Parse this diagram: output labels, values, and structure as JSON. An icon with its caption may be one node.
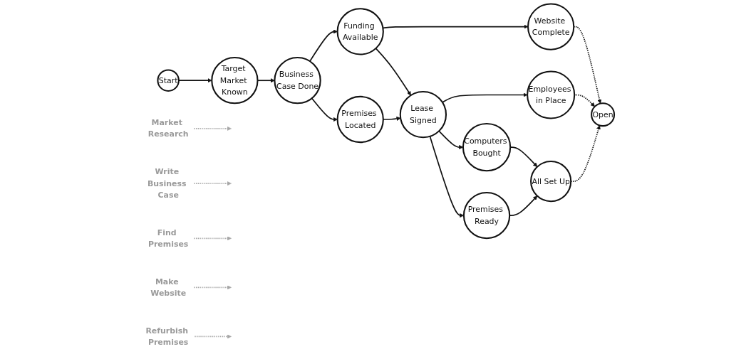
{
  "diagram": {
    "nodes": [
      {
        "text": [
          "Start"
        ]
      },
      {
        "text": [
          "Target Market Known"
        ]
      },
      {
        "text": [
          "Market Research"
        ]
      },
      {
        "text": [
          "Write Business Case"
        ]
      },
      {
        "text": [
          "Business Case Done"
        ]
      },
      {
        "text": [
          "Find Premises"
        ]
      },
      {
        "text": [
          "Funding Available"
        ]
      },
      {
        "text": [
          "Premises Located"
        ]
      },
      {
        "text": [
          "Make Website"
        ]
      },
      {
        "text": [
          "Website Complete"
        ]
      },
      {
        "text": [
          "Lease Signed"
        ]
      },
      {
        "text": [
          "Refurbish Premises"
        ]
      },
      {
        "text": [
          "Employees in Place"
        ]
      },
      {
        "text": [
          "Computers Bought"
        ]
      },
      {
        "text": [
          "Premises Ready"
        ]
      },
      {
        "text": [
          "All Set Up"
        ]
      },
      {
        "text": [
          "Open"
        ]
      }
    ],
    "edges": [
      {
        "from": 0,
        "to": 1,
        "arrow": "to"
      },
      {
        "from": 1,
        "to": 4,
        "arrow": "to"
      },
      {
        "from": 4,
        "to": 6,
        "arrow": "to"
      },
      {
        "from": 4,
        "to": 7,
        "arrow": "to"
      },
      {
        "from": 6,
        "to": 9,
        "arrow": "to"
      },
      {
        "from": 6,
        "to": 10,
        "arrow": "to"
      },
      {
        "from": 7,
        "to": 10,
        "arrow": "to"
      },
      {
        "from": 10,
        "to": 12,
        "arrow": "to"
      },
      {
        "from": 10,
        "to": 13,
        "arrow": "to"
      },
      {
        "from": 10,
        "to": 14,
        "arrow": "to"
      },
      {
        "from": 13,
        "to": 15,
        "arrow": "to"
      },
      {
        "from": 14,
        "to": 15,
        "arrow": "to"
      },
      {
        "from": 9,
        "to": 16,
        "arrow": "to",
        "style": "dashed"
      },
      {
        "from": 12,
        "to": 16,
        "arrow": "to",
        "style": "dashed"
      },
      {
        "from": 15,
        "to": 16,
        "arrow": "to",
        "style": "dashed"
      },
      {
        "from": 2,
        "to": null,
        "arrow": "to",
        "style": "dashed",
        "color": "#a6a6a6"
      },
      {
        "from": 3,
        "to": null,
        "arrow": "to",
        "style": "dashed",
        "color": "#a6a6a6"
      },
      {
        "from": 5,
        "to": null,
        "arrow": "to",
        "style": "dashed",
        "color": "#a6a6a6"
      },
      {
        "from": 8,
        "to": null,
        "arrow": "to",
        "style": "dashed",
        "color": "#a6a6a6"
      },
      {
        "from": 11,
        "to": null,
        "arrow": "to",
        "style": "dashed",
        "color": "#a6a6a6"
      }
    ]
  }
}
